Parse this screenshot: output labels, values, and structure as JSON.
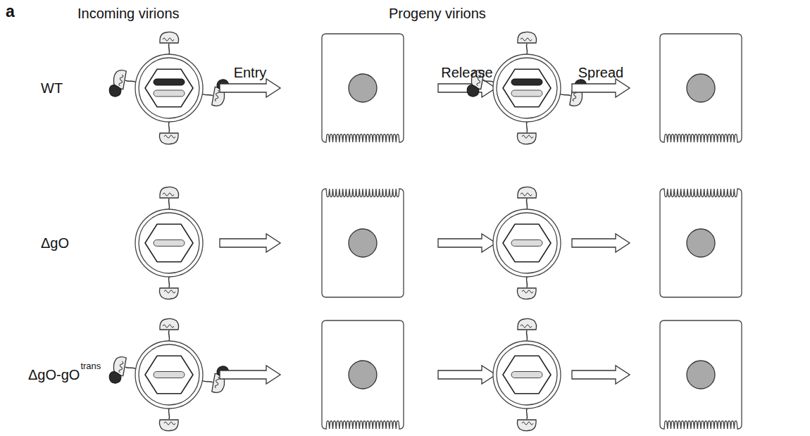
{
  "diagram": {
    "labels": [
      "a",
      "Incoming virions",
      "Progeny virions",
      "WT",
      "ΔgO",
      "ΔgO-gO",
      "trans",
      "Entry",
      "Release",
      "Spread"
    ]
  }
}
